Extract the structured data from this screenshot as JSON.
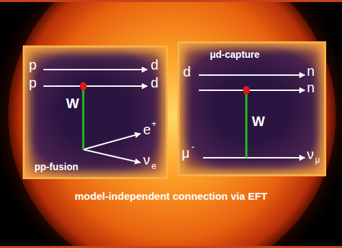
{
  "diagram": {
    "caption": "model-independent connection via EFT",
    "nodes": [
      {
        "text": [
          "pp-fusion"
        ]
      },
      {
        "text": [
          "μd-capture"
        ]
      }
    ],
    "labels": [
      "p",
      "d",
      "p",
      "d",
      "W",
      "e",
      "+",
      "ν",
      "e",
      "d",
      "n",
      "n",
      "W",
      "μ",
      "-",
      "ν",
      "μ"
    ]
  }
}
